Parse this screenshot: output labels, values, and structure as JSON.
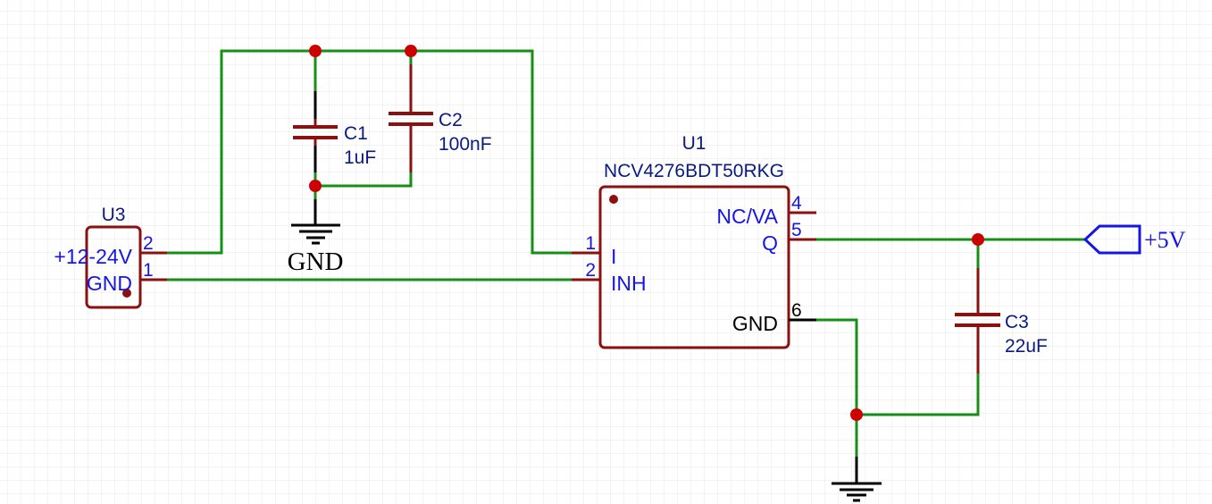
{
  "schematic": {
    "colors": {
      "background": "#ffffff",
      "grid": "#ececec",
      "wire": "#159015",
      "symbol": "#8b1010",
      "junction": "#cc0000",
      "pin_text": "#1515e6",
      "designator_text": "#0a1a80",
      "highlight": "#000000",
      "net_flag": "#1515e6"
    },
    "components": {
      "u3": {
        "designator": "U3",
        "pin_labels": [
          "+12-24V",
          "GND"
        ],
        "pin_numbers": [
          "2",
          "1"
        ]
      },
      "u1": {
        "designator": "U1",
        "value": "NCV4276BDT50RKG",
        "left_pins": [
          {
            "number": "1",
            "name": "I"
          },
          {
            "number": "2",
            "name": "INH"
          }
        ],
        "right_pins": [
          {
            "number": "4",
            "name": "NC/VA"
          },
          {
            "number": "5",
            "name": "Q"
          },
          {
            "number": "6",
            "name": "GND"
          }
        ]
      },
      "c1": {
        "designator": "C1",
        "value": "1uF"
      },
      "c2": {
        "designator": "C2",
        "value": "100nF"
      },
      "c3": {
        "designator": "C3",
        "value": "22uF"
      }
    },
    "net_labels": {
      "gnd_top": "GND",
      "plus5v": "+5V"
    }
  }
}
